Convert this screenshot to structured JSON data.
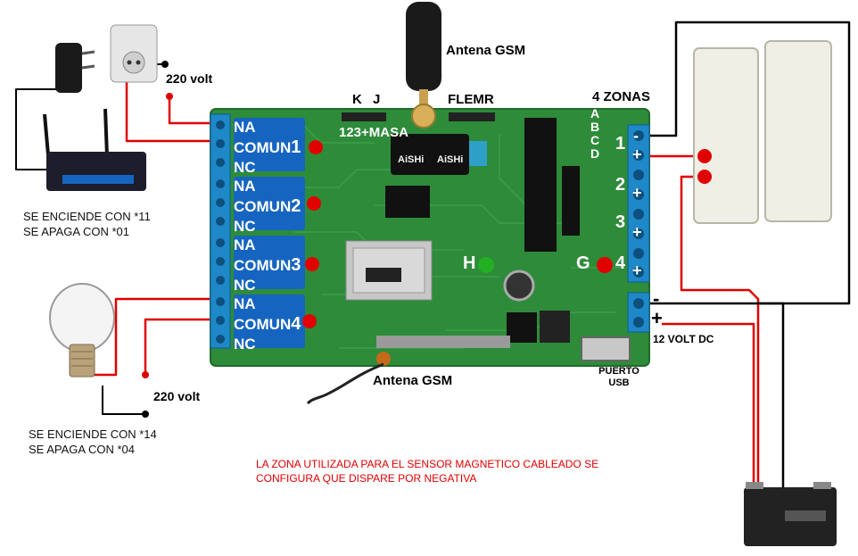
{
  "labels": {
    "antenna_top": "Antena GSM",
    "antenna_bottom": "Antena GSM",
    "volt_top": "220 volt",
    "volt_bottom": "220 volt",
    "jumper_k": "K",
    "jumper_j": "J",
    "flemr": "FLEMR",
    "masa": "123+MASA",
    "zones_title": "4 ZONAS",
    "zone_letters": [
      "A",
      "B",
      "C",
      "D"
    ],
    "zone_numbers": [
      "1",
      "2",
      "3",
      "4"
    ],
    "led_h": "H",
    "led_g": "G",
    "minus": "-",
    "plus": "+",
    "volt_dc": "12 VOLT DC",
    "usb_port": "PUERTO USB",
    "relays": [
      {
        "na": "NA",
        "comun": "COMUN",
        "num": "1",
        "nc": "NC"
      },
      {
        "na": "NA",
        "comun": "COMUN",
        "num": "2",
        "nc": "NC"
      },
      {
        "na": "NA",
        "comun": "COMUN",
        "num": "3",
        "nc": "NC"
      },
      {
        "na": "NA",
        "comun": "COMUN",
        "num": "4",
        "nc": "NC"
      }
    ],
    "router_note": [
      "SE ENCIENDE CON *11",
      "SE APAGA CON *01"
    ],
    "lamp_note": [
      "SE ENCIENDE CON *14",
      "SE APAGA CON *04"
    ],
    "sensor_note": [
      "LA ZONA UTILIZADA PARA EL SENSOR MAGNETICO CABLEADO SE",
      "CONFIGURA QUE DISPARE POR NEGATIVA"
    ],
    "chip_brand": [
      "AiSHi",
      "AiSHi"
    ]
  },
  "colors": {
    "pcb": "#2e8b3a",
    "pcb_dark": "#1f6b2a",
    "terminal": "#1e88c8",
    "relay": "#1565c0",
    "wire_red": "#e00000",
    "wire_black": "#000000",
    "led_red": "#e00000",
    "led_green": "#22b022",
    "sensor": "#f0efe6",
    "battery": "#222222"
  }
}
